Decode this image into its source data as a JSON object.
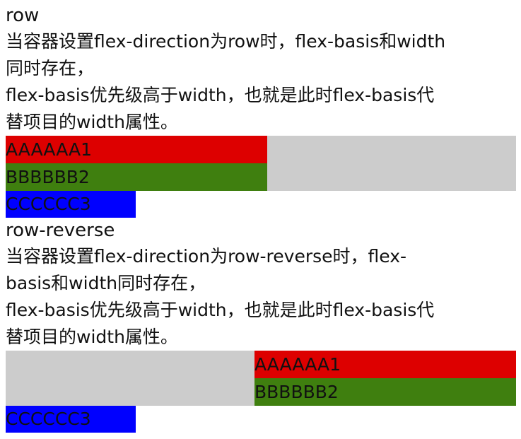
{
  "sections": [
    {
      "heading": "row",
      "lines": [
        "当容器设置flex-direction为row时，flex-basis和width",
        "同时存在，",
        "flex-basis优先级高于width，也就是此时flex-basis代",
        "替项目的width属性。"
      ],
      "items": [
        "AAAAAA1",
        "BBBBBB2"
      ],
      "extra_item": "CCCCCC3"
    },
    {
      "heading": "row-reverse",
      "lines": [
        "当容器设置flex-direction为row-reverse时，flex-",
        "basis和width同时存在，",
        "flex-basis优先级高于width，也就是此时flex-basis代",
        "替项目的width属性。"
      ],
      "items": [
        "AAAAAA1",
        "BBBBBB2"
      ],
      "extra_item": "CCCCCC3"
    }
  ],
  "colors": {
    "item_a": "#dd0000",
    "item_b": "#3f7f0f",
    "item_c": "#0000ff",
    "container": "#cccccc"
  }
}
